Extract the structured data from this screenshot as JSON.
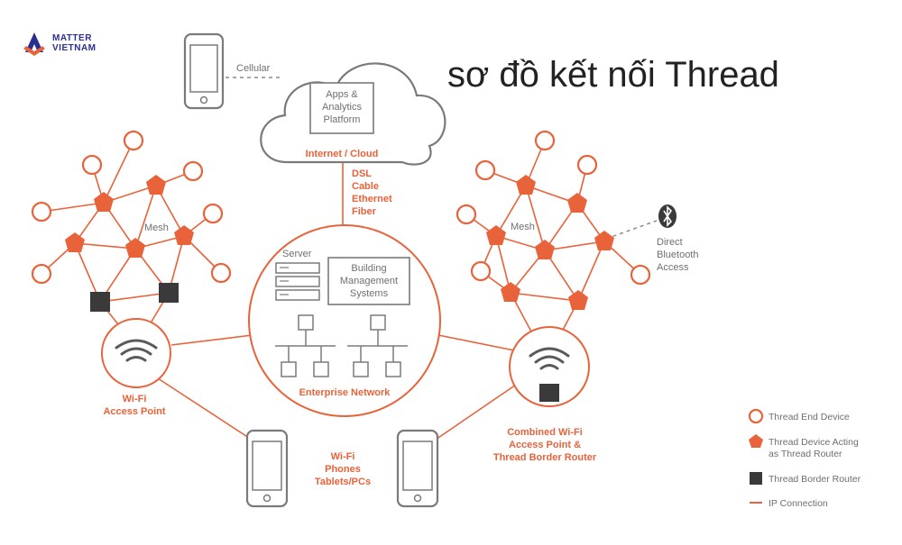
{
  "logo": {
    "line1": "MATTER",
    "line2": "VIETNAM"
  },
  "title": "sơ đồ kết nối Thread",
  "cloud": {
    "platform_lines": [
      "Apps &",
      "Analytics",
      "Platform"
    ],
    "label": "Internet / Cloud"
  },
  "cellular_label": "Cellular",
  "uplink_lines": [
    "DSL",
    "Cable",
    "Ethernet",
    "Fiber"
  ],
  "left_mesh_label": "Mesh",
  "right_mesh_label": "Mesh",
  "enterprise": {
    "server_label": "Server",
    "bms_lines": [
      "Building",
      "Management",
      "Systems"
    ],
    "label": "Enterprise Network"
  },
  "wifi_ap_lines": [
    "Wi-Fi",
    "Access Point"
  ],
  "phones_lines": [
    "Wi-Fi",
    "Phones",
    "Tablets/PCs"
  ],
  "combined_lines": [
    "Combined Wi-Fi",
    "Access Point &",
    "Thread Border Router"
  ],
  "bluetooth_lines": [
    "Direct",
    "Bluetooth",
    "Access"
  ],
  "legend": {
    "end_device": "Thread End Device",
    "router_lines": [
      "Thread Device Acting",
      "as Thread Router"
    ],
    "border_router": "Thread Border Router",
    "ip_connection": "IP Connection"
  },
  "colors": {
    "accent": "#e8623a",
    "dark": "#3a3a3a",
    "gray": "#7a7a7a",
    "logo": "#2b2f8f"
  },
  "icons": [
    "matter-logo-icon",
    "phone-icon",
    "cloud-icon",
    "wifi-icon",
    "server-icon",
    "bluetooth-icon"
  ]
}
